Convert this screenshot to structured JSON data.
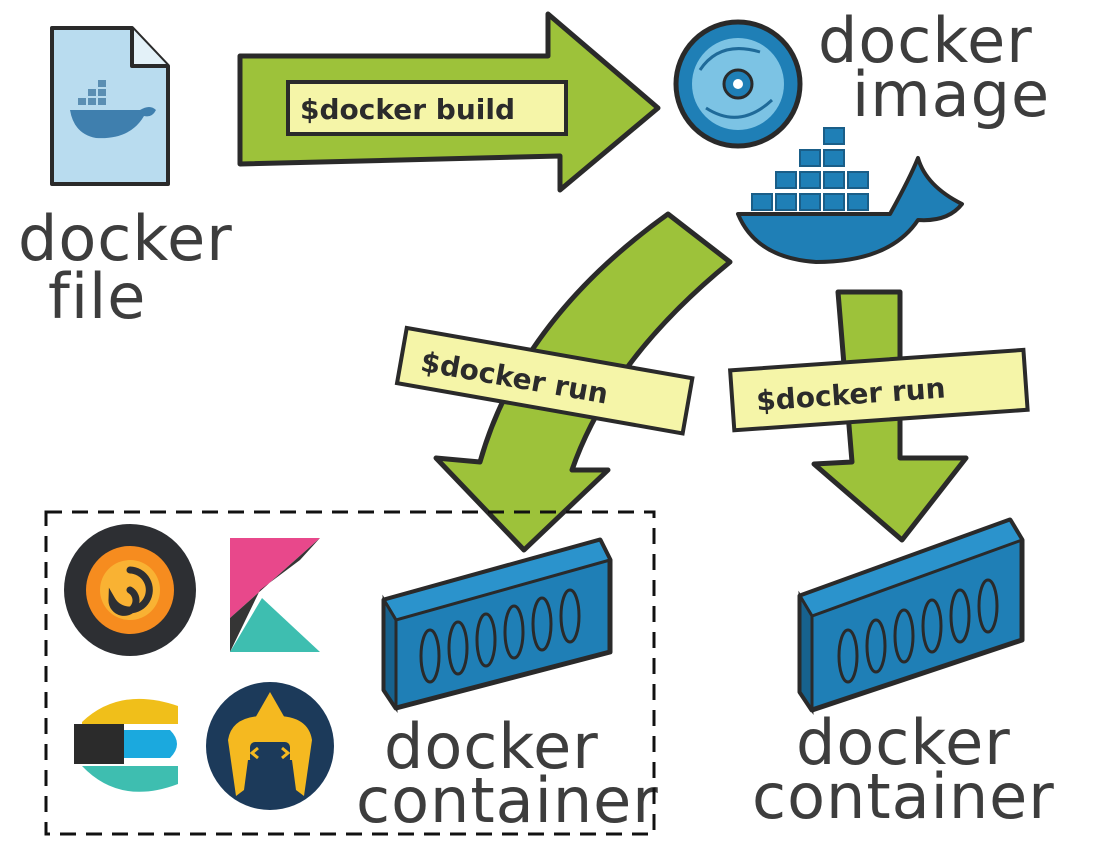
{
  "labels": {
    "dockerfile_line1": "docker",
    "dockerfile_line2": "file",
    "image_line1": "docker",
    "image_line2": "image",
    "container_left_line1": "docker",
    "container_left_line2": "container",
    "container_right_line1": "docker",
    "container_right_line2": "container"
  },
  "commands": {
    "build": "$docker build",
    "run_left": "$docker run",
    "run_right": "$docker run"
  },
  "colors": {
    "arrow_green": "#9dc23a",
    "label_yellow": "#f5f5a8",
    "docker_blue": "#1f7fb6",
    "file_blue": "#b9dcef",
    "outline": "#2a2a2a"
  },
  "logos": [
    "grafana-logo",
    "kibana-logo",
    "elasticsearch-logo",
    "logstash-logo"
  ]
}
